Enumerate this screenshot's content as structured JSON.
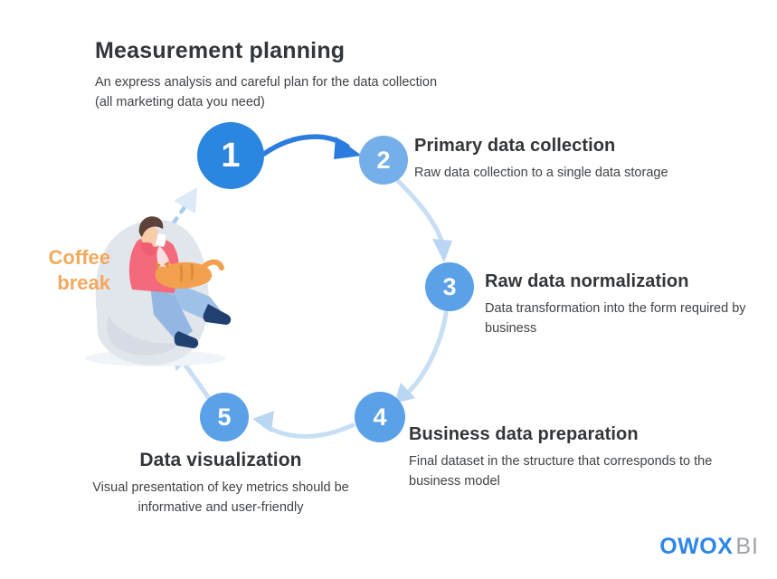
{
  "title": {
    "heading": "Measurement planning",
    "subtitle_lines": [
      "An express analysis and careful plan for the data collection",
      "(all marketing data you need)"
    ]
  },
  "steps": [
    {
      "number": "1",
      "heading": "",
      "body": ""
    },
    {
      "number": "2",
      "heading": "Primary data collection",
      "body": "Raw data collection to a single data storage"
    },
    {
      "number": "3",
      "heading": "Raw data normalization",
      "body": "Data transformation into the form required by business"
    },
    {
      "number": "4",
      "heading": "Business data preparation",
      "body": "Final dataset in the structure that corresponds to the business model"
    },
    {
      "number": "5",
      "heading": "Data visualization",
      "body": "Visual presentation of key metrics should be informative and user-friendly"
    }
  ],
  "coffee_break": {
    "line1": "Coffee",
    "line2": "break"
  },
  "logo": {
    "owox": "OWOX",
    "bi": "BI"
  },
  "colors": {
    "step1_circle": "#2b86e0",
    "step2_circle": "#74afea",
    "step_circle_default": "#5ba1e7",
    "dark_arrow": "#2b7cde",
    "light_arrow": "#c7def5",
    "light_arrowhead": "#b9d6f3",
    "dashed_arrow": "#a9cbec",
    "pale_arrowhead": "#dce9f6",
    "coffee_text": "#f3a85c",
    "heading_text": "#333639",
    "body_text": "#3f4347",
    "logo_blue": "#2e86e8",
    "logo_gray": "#9da3a9"
  }
}
